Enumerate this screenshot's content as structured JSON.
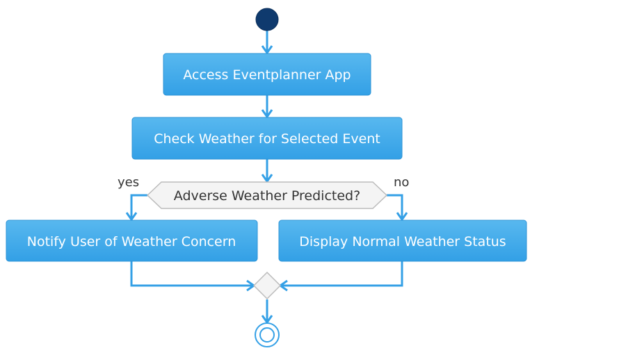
{
  "diagram": {
    "type": "activity",
    "colors": {
      "action_fill_top": "#56b6ee",
      "action_fill_bottom": "#34a0e6",
      "arrow": "#34a0e6",
      "start": "#0f3a6e",
      "decision_fill": "#f4f4f4",
      "decision_stroke": "#bbbbbb"
    },
    "actions": [
      {
        "id": "access",
        "label": "Access Eventplanner App"
      },
      {
        "id": "check",
        "label": "Check Weather for Selected Event"
      },
      {
        "id": "notify",
        "label": "Notify User of Weather Concern"
      },
      {
        "id": "display",
        "label": "Display Normal Weather Status"
      }
    ],
    "decision": {
      "label": "Adverse Weather Predicted?",
      "yes_label": "yes",
      "no_label": "no"
    }
  }
}
